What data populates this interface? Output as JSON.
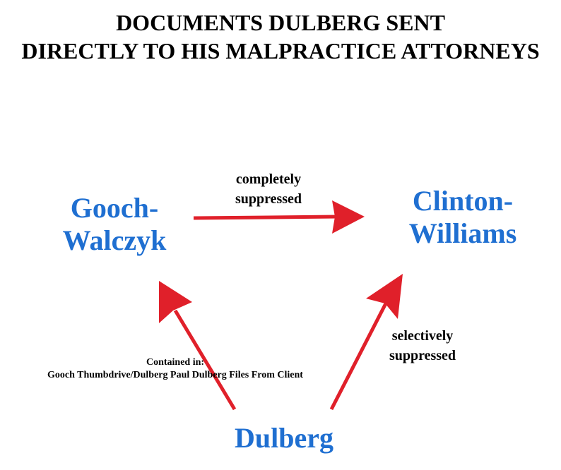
{
  "title": {
    "line1": "DOCUMENTS DULBERG SENT",
    "line2": "DIRECTLY TO HIS MALPRACTICE ATTORNEYS"
  },
  "nodes": {
    "gooch": {
      "line1": "Gooch-",
      "line2": "Walczyk"
    },
    "clinton": {
      "line1": "Clinton-",
      "line2": "Williams"
    },
    "dulberg": {
      "line1": "Dulberg"
    }
  },
  "edges": {
    "gooch_to_clinton": {
      "line1": "completely",
      "line2": "suppressed"
    },
    "dulberg_to_clinton": {
      "line1": "selectively",
      "line2": "suppressed"
    },
    "dulberg_to_gooch": {
      "line1": "Contained in:",
      "line2": "Gooch Thumbdrive/Dulberg Paul Dulberg Files From Client"
    }
  },
  "colors": {
    "node_text": "#1f6fd1",
    "arrow": "#e0202a",
    "text": "#000000"
  }
}
